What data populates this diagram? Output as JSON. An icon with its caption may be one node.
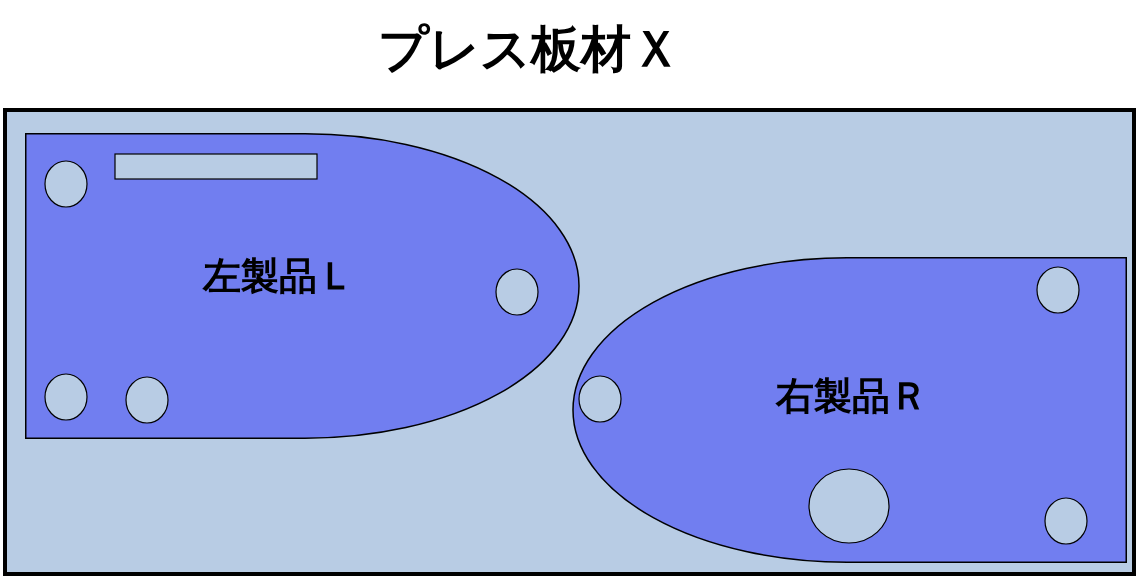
{
  "diagram": {
    "nodes": [
      {
        "text": [
          "プレス板材Ｘ"
        ]
      },
      {
        "text": [
          "左製品Ｌ"
        ],
        "in": 0
      },
      {
        "text": [
          "右製品Ｒ"
        ],
        "in": 0
      }
    ],
    "edges": []
  }
}
